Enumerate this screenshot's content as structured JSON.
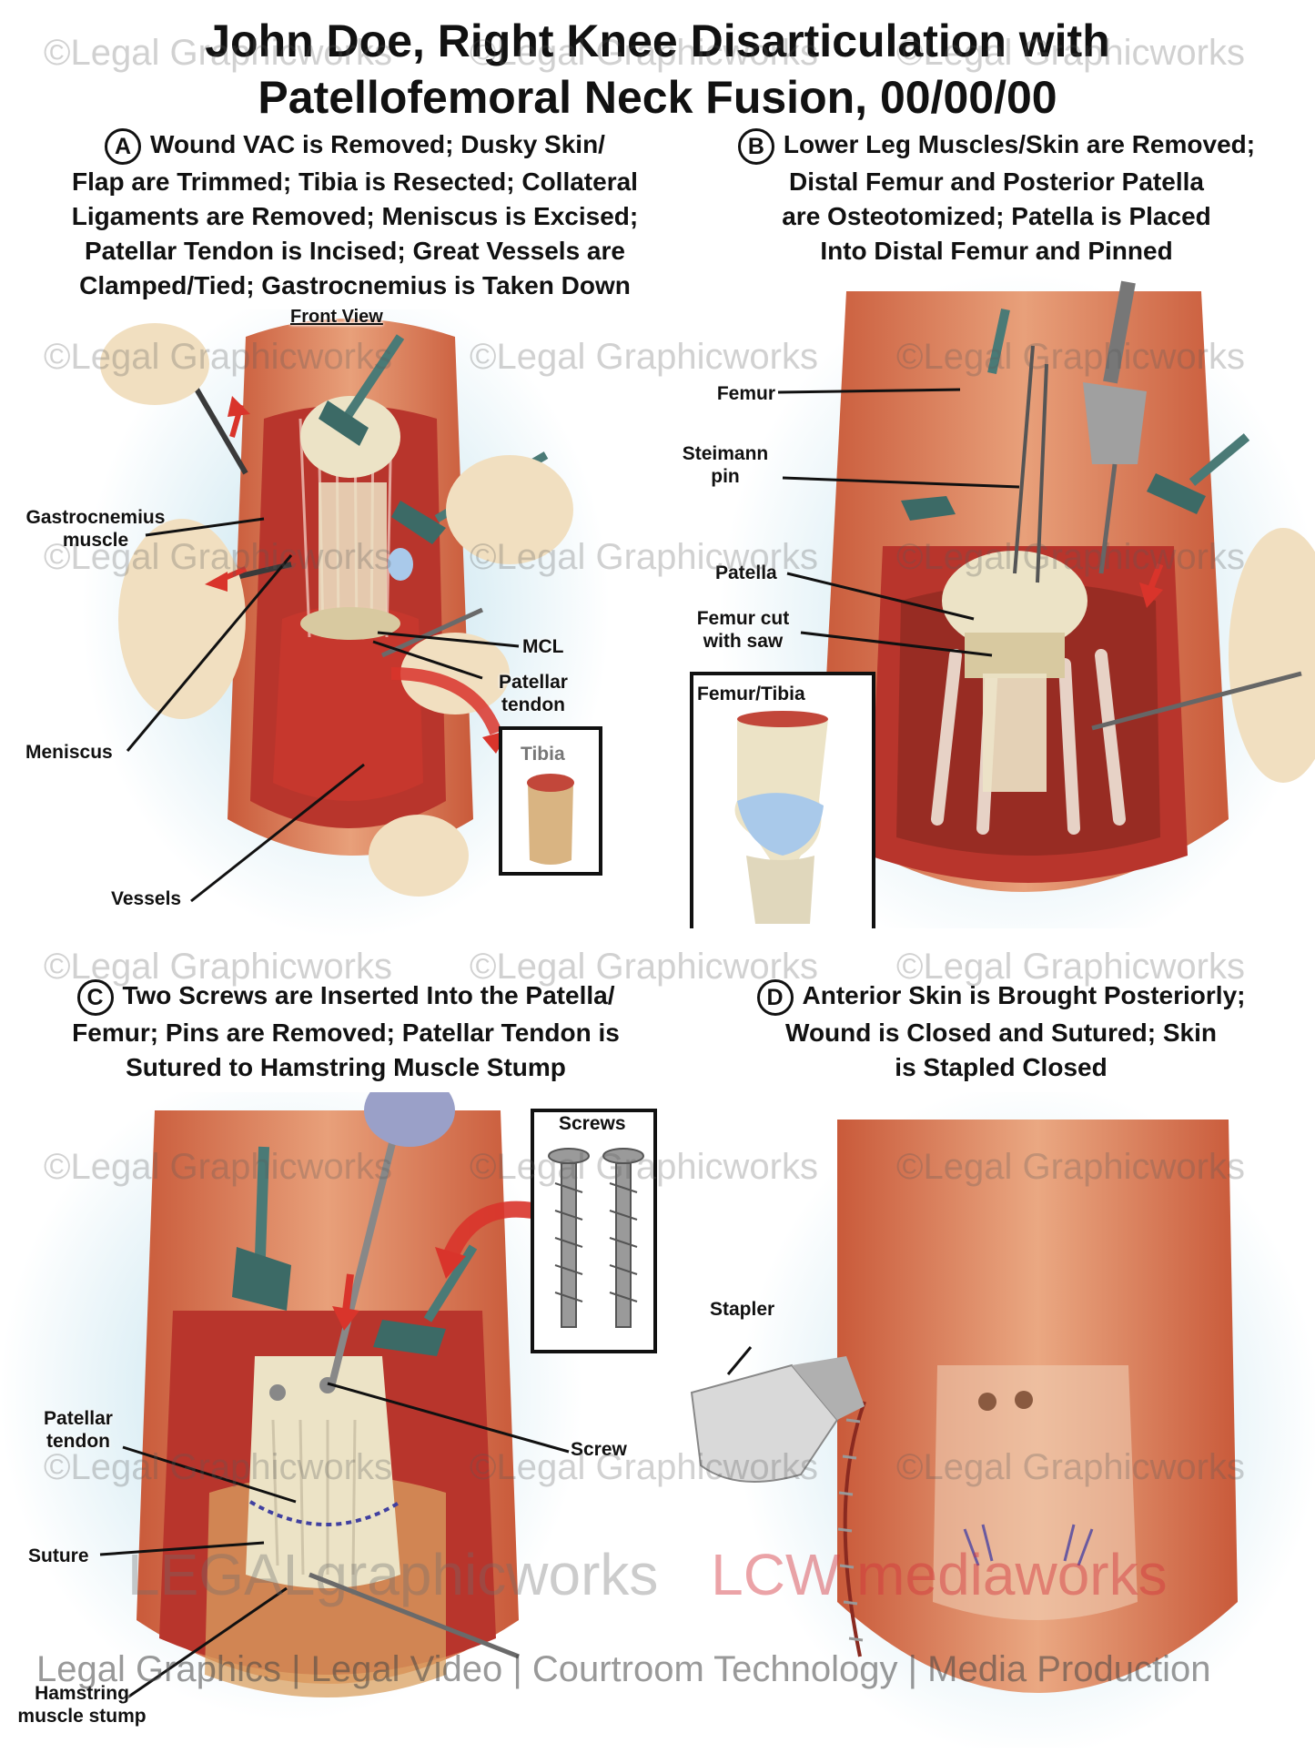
{
  "title": {
    "line1": "John Doe, Right Knee Disarticulation with",
    "line2": "Patellofemoral Neck Fusion, 00/00/00"
  },
  "panels": {
    "a": {
      "badge": "A",
      "caption": [
        "Wound VAC is Removed; Dusky Skin/",
        "Flap are Trimmed; Tibia is Resected; Collateral",
        "Ligaments are Removed; Meniscus is Excised;",
        "Patellar Tendon is Incised; Great Vessels are",
        "Clamped/Tied; Gastrocnemius is Taken Down"
      ],
      "view_label": "Front View",
      "labels": {
        "gastrocnemius_1": "Gastrocnemius",
        "gastrocnemius_2": "muscle",
        "mcl": "MCL",
        "patellar_tendon_1": "Patellar",
        "patellar_tendon_2": "tendon",
        "meniscus": "Meniscus",
        "vessels": "Vessels"
      },
      "inset_title": "Tibia"
    },
    "b": {
      "badge": "B",
      "caption": [
        "Lower Leg Muscles/Skin are Removed;",
        "Distal Femur and Posterior Patella",
        "are Osteotomized; Patella is Placed",
        "Into Distal Femur and Pinned"
      ],
      "labels": {
        "femur": "Femur",
        "steimann_1": "Steimann",
        "steimann_2": "pin",
        "patella": "Patella",
        "femur_cut_1": "Femur cut",
        "femur_cut_2": "with saw"
      },
      "inset_title": "Femur/Tibia"
    },
    "c": {
      "badge": "C",
      "caption": [
        "Two Screws are Inserted Into the Patella/",
        "Femur; Pins are Removed; Patellar Tendon is",
        "Sutured to Hamstring Muscle Stump"
      ],
      "labels": {
        "patellar_tendon_1": "Patellar",
        "patellar_tendon_2": "tendon",
        "screw": "Screw",
        "suture": "Suture",
        "hamstring_1": "Hamstring",
        "hamstring_2": "muscle stump"
      },
      "inset_title": "Screws"
    },
    "d": {
      "badge": "D",
      "caption": [
        "Anterior Skin is Brought Posteriorly;",
        "Wound is Closed and Sutured; Skin",
        "is Stapled Closed"
      ],
      "labels": {
        "stapler": "Stapler"
      }
    }
  },
  "watermark": {
    "text": "©Legal Graphicworks",
    "brand_left": "LEGALgraphicworks",
    "brand_right": "LCW mediaworks",
    "footer": "Legal Graphics | Legal Video | Courtroom Technology | Media Production"
  },
  "colors": {
    "skin": "#e8a07a",
    "muscle": "#c8372d",
    "bone": "#ece3c6",
    "cartilage": "#a9c9ea",
    "glow": "#b6dcea",
    "arrow": "#d9342b"
  }
}
